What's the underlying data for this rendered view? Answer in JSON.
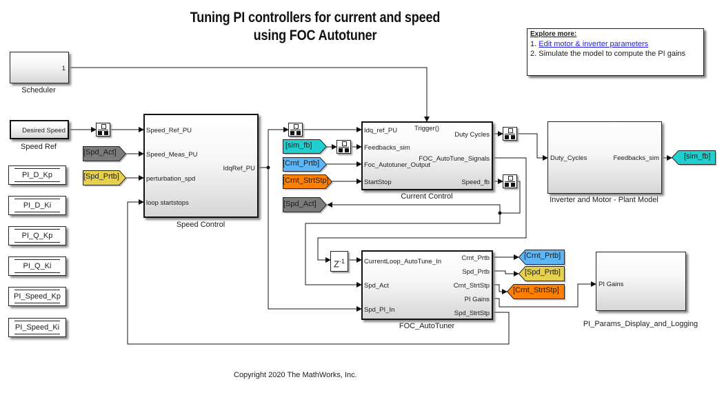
{
  "title": {
    "line1": "Tuning PI controllers for current and speed",
    "line2": "using FOC Autotuner"
  },
  "explore": {
    "heading": "Explore more:",
    "item1_prefix": "1. ",
    "item1_link": "Edit motor & inverter parameters",
    "item2": "2. Simulate the model to compute the PI gains"
  },
  "scheduler": {
    "label": "Scheduler",
    "port_out": "1"
  },
  "speed_ref": {
    "label": "Speed Ref",
    "value": "Desired Speed"
  },
  "constants": [
    "PI_D_Kp",
    "PI_D_Ki",
    "PI_Q_Kp",
    "PI_Q_Ki",
    "PI_Speed_Kp",
    "PI_Speed_Ki"
  ],
  "tags": {
    "spd_act_from": "[Spd_Act]",
    "spd_prtb_from": "[Spd_Prtb]",
    "sim_fb_from": "[sim_fb]",
    "crnt_prtb_from": "[Crnt_Prtb]",
    "crnt_strtstp_from": "[Crnt_StrtStp]",
    "spd_act_goto": "[Spd_Act]",
    "sim_fb_goto": "[sim_fb]",
    "crnt_prtb_goto": "[Crnt_Prtb]",
    "spd_prtb_goto": "[Spd_Prtb]",
    "crnt_strtstp_goto": "[Crnt_StrtStp]"
  },
  "tag_colors": {
    "spd_act": "#7b7b7b",
    "spd_prtb": "#e6d04c",
    "sim_fb": "#21cfcf",
    "crnt_prtb": "#5eb6f4",
    "crnt_strtstp": "#ff8000"
  },
  "speed_control": {
    "label": "Speed Control",
    "inputs": [
      "Speed_Ref_PU",
      "Speed_Meas_PU",
      "perturbation_spd",
      "loop startstops"
    ],
    "outputs": [
      "IdqRef_PU"
    ]
  },
  "current_control": {
    "label": "Current Control",
    "trigger": "Trigger()",
    "inputs": [
      "Idq_ref_PU",
      "Feedbacks_sim",
      "Foc_Autotuner_Output",
      "StartStop"
    ],
    "outputs": [
      "Duty Cycles",
      "FOC_AutoTune_Signals",
      "Speed_fb"
    ]
  },
  "plant": {
    "label": "Inverter and Motor - Plant Model",
    "inputs": [
      "Duty_Cycles"
    ],
    "outputs": [
      "Feedbacks_sim"
    ]
  },
  "unit_delay": {
    "base": "Z",
    "exp": "-1"
  },
  "autotuner": {
    "label": "FOC_AutoTuner",
    "inputs": [
      "CurrentLoop_AutoTune_In",
      "Spd_Act",
      "Spd_PI_In"
    ],
    "outputs": [
      "Crnt_Prtb",
      "Spd_Prtb",
      "Crnt_StrtStp",
      "PI Gains",
      "Spd_StrtStp"
    ]
  },
  "pi_params": {
    "label": "PI_Params_Display_and_Logging",
    "inputs": [
      "PI Gains"
    ]
  },
  "copyright": "Copyright 2020 The MathWorks, Inc."
}
